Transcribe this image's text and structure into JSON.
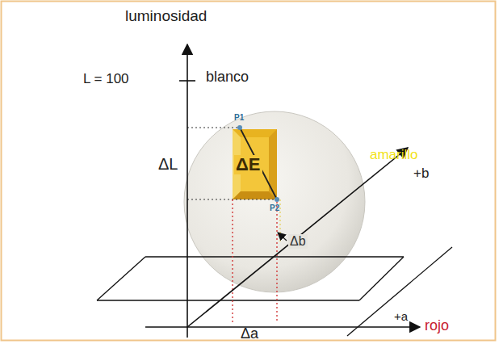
{
  "diagram": {
    "labels": [
      "luminosidad",
      "L = 100",
      "blanco",
      "P1",
      "ΔE",
      "ΔL",
      "P2",
      "amarillo",
      "+b",
      "Δb",
      "Δa",
      "+a",
      "rojo"
    ]
  }
}
